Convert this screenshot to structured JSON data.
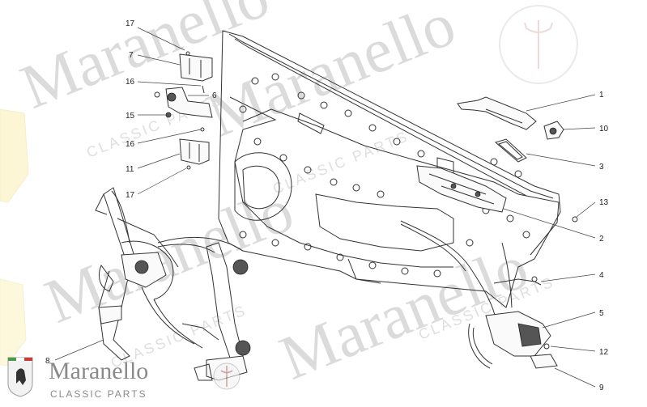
{
  "watermarks": {
    "brand": "Maranello",
    "sub": "CLASSIC PARTS"
  },
  "brand_logo": {
    "name": "Maranello",
    "sub": "CLASSIC PARTS"
  },
  "callouts": [
    {
      "id": "c17a",
      "label": "17"
    },
    {
      "id": "c7",
      "label": "7"
    },
    {
      "id": "c16a",
      "label": "16"
    },
    {
      "id": "c6",
      "label": "6"
    },
    {
      "id": "c15",
      "label": "15"
    },
    {
      "id": "c16b",
      "label": "16"
    },
    {
      "id": "c11",
      "label": "11"
    },
    {
      "id": "c17b",
      "label": "17"
    },
    {
      "id": "c8",
      "label": "8"
    },
    {
      "id": "c1",
      "label": "1"
    },
    {
      "id": "c10",
      "label": "10"
    },
    {
      "id": "c3",
      "label": "3"
    },
    {
      "id": "c13",
      "label": "13"
    },
    {
      "id": "c2",
      "label": "2"
    },
    {
      "id": "c4",
      "label": "4"
    },
    {
      "id": "c5",
      "label": "5"
    },
    {
      "id": "c12",
      "label": "12"
    },
    {
      "id": "c9",
      "label": "9"
    }
  ]
}
